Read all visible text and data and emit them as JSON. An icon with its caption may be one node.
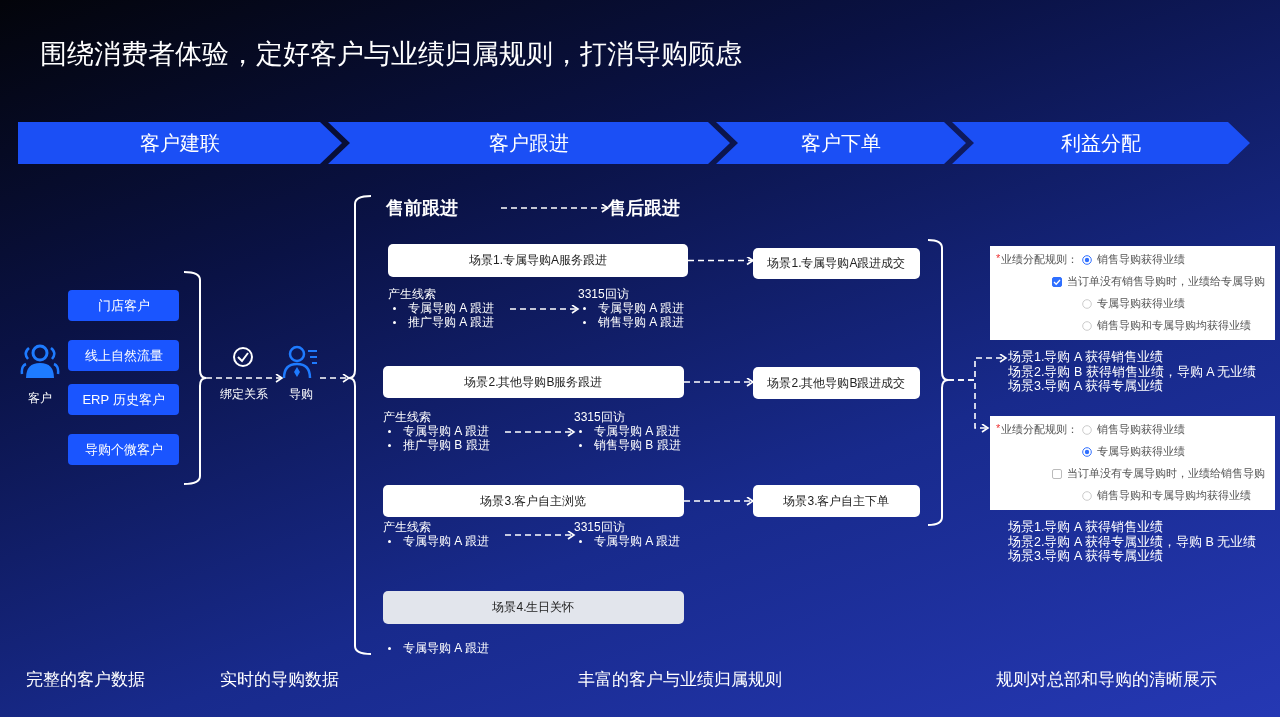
{
  "diagram": {
    "title": "围绕消费者体验，定好客户与业绩归属规则，打消导购顾虑",
    "nodes": [
      {
        "text": [
          "客户建联"
        ]
      },
      {
        "text": [
          "客户跟进"
        ]
      },
      {
        "text": [
          "客户下单"
        ]
      },
      {
        "text": [
          "利益分配"
        ]
      },
      {
        "text": [
          "客户"
        ]
      },
      {
        "text": [
          "门店客户"
        ]
      },
      {
        "text": [
          "线上自然流量"
        ]
      },
      {
        "text": [
          "ERP 历史客户"
        ]
      },
      {
        "text": [
          "导购个微客户"
        ]
      },
      {
        "text": [
          "导购"
        ]
      },
      {
        "text": [
          "售前跟进"
        ]
      },
      {
        "text": [
          "售后跟进"
        ]
      },
      {
        "text": [
          "场景1.专属导购A服务跟进"
        ]
      },
      {
        "text": [
          "产生线索",
          "专属导购 A 跟进",
          "推广导购 A 跟进"
        ]
      },
      {
        "text": [
          "3315回访",
          "专属导购 A 跟进",
          "销售导购 A 跟进"
        ]
      },
      {
        "text": [
          "场景1.专属导购A跟进成交"
        ]
      },
      {
        "text": [
          "场景2.其他导购B服务跟进"
        ]
      },
      {
        "text": [
          "产生线索",
          "专属导购 A 跟进",
          "推广导购 B 跟进"
        ]
      },
      {
        "text": [
          "3315回访",
          "专属导购 A 跟进",
          "销售导购 B 跟进"
        ]
      },
      {
        "text": [
          "场景2.其他导购B跟进成交"
        ]
      },
      {
        "text": [
          "场景3.客户自主浏览"
        ]
      },
      {
        "text": [
          "产生线索",
          "专属导购 A 跟进"
        ]
      },
      {
        "text": [
          "3315回访",
          "专属导购 A 跟进"
        ]
      },
      {
        "text": [
          "场景3.客户自主下单"
        ]
      },
      {
        "text": [
          "场景4.生日关怀"
        ]
      },
      {
        "text": [
          "专属导购 A 跟进"
        ]
      },
      {
        "text": [
          "*",
          "业绩分配规则：",
          "销售导购获得业绩",
          "当订单没有销售导购时，业绩给专属导购",
          "专属导购获得业绩",
          "销售导购和专属导购均获得业绩"
        ]
      },
      {
        "text": [
          "场景1.导购 A 获得销售业绩",
          "场景2.导购 B 获得销售业绩，导购 A 无业绩",
          "场景3.导购 A 获得专属业绩"
        ]
      },
      {
        "text": [
          "*",
          "业绩分配规则：",
          "销售导购获得业绩",
          "专属导购获得业绩",
          "当订单没有专属导购时，业绩给销售导购",
          "销售导购和专属导购均获得业绩"
        ]
      },
      {
        "text": [
          "场景1.导购 A 获得销售业绩",
          "场景2.导购 A 获得专属业绩，导购 B 无业绩",
          "场景3.导购 A 获得专属业绩"
        ]
      },
      {
        "text": [],
        "shape": "bracket"
      },
      {
        "text": [],
        "shape": "bracket"
      },
      {
        "text": [],
        "shape": "bracket"
      }
    ],
    "edges": [
      {
        "from": 30,
        "to": 9,
        "arrow": "to",
        "label": "绑定关系",
        "style": "dashed"
      },
      {
        "from": 9,
        "to": 31,
        "arrow": "to",
        "style": "dashed"
      },
      {
        "from": 10,
        "to": 11,
        "arrow": "to",
        "style": "dashed"
      },
      {
        "from": 12,
        "to": 15,
        "arrow": "to",
        "style": "dashed"
      },
      {
        "from": 13,
        "to": 14,
        "arrow": "to",
        "style": "dashed"
      },
      {
        "from": 16,
        "to": 19,
        "arrow": "to",
        "style": "dashed"
      },
      {
        "from": 17,
        "to": 18,
        "arrow": "to",
        "style": "dashed"
      },
      {
        "from": 20,
        "to": 23,
        "arrow": "to",
        "style": "dashed"
      },
      {
        "from": 21,
        "to": 22,
        "arrow": "to",
        "style": "dashed"
      },
      {
        "from": 32,
        "to": 27,
        "arrow": "to",
        "style": "dashed"
      },
      {
        "from": 32,
        "to": 28,
        "arrow": "to",
        "style": "dashed"
      }
    ],
    "labels": [
      "完整的客户数据",
      "实时的导购数据",
      "丰富的客户与业绩归属规则",
      "规则对总部和导购的清晰展示"
    ]
  }
}
